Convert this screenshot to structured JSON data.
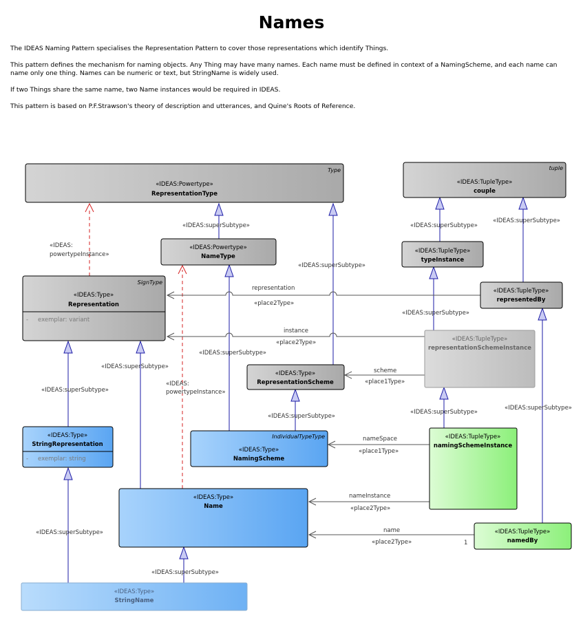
{
  "page": {
    "title": "Names",
    "paragraphs": [
      "The IDEAS Naming Pattern specialises the Representation Pattern to cover those representations which identify Things.",
      "This pattern defines the mechanism for naming objects. Any Thing may have many names. Each name must be defined in context of a NamingScheme, and each name can name only one thing. Names can be numeric or text, but StringName is widely used.",
      "If two Things share the same name, two Name instances would be required in IDEAS.",
      "This pattern is based on P.F.Strawson's theory of description and utterances, and Quine's Roots of Reference."
    ]
  },
  "colors": {
    "gray_box": "#bdbdbd",
    "blue_box": "#79b9f5",
    "green_box": "#a9f59a",
    "generalization": "#1a1aa6",
    "powertype_dep": "#d62020",
    "association": "#555555"
  },
  "diagram": {
    "boxes": {
      "representation_type": {
        "stereotype": "«IDEAS:Powertype»",
        "name": "RepresentationType",
        "corner": "Type"
      },
      "couple": {
        "stereotype": "«IDEAS:TupleType»",
        "name": "couple",
        "corner": "tuple"
      },
      "name_type": {
        "stereotype": "«IDEAS:Powertype»",
        "name": "NameType"
      },
      "type_instance": {
        "stereotype": "«IDEAS:TupleType»",
        "name": "typeInstance"
      },
      "representation": {
        "stereotype": "«IDEAS:Type»",
        "name": "Representation",
        "corner": "SignType",
        "attribute": "exemplar: variant"
      },
      "represented_by": {
        "stereotype": "«IDEAS:TupleType»",
        "name": "representedBy"
      },
      "representation_scheme_instance": {
        "stereotype": "«IDEAS:TupleType»",
        "name": "representationSchemeInstance"
      },
      "representation_scheme": {
        "stereotype": "«IDEAS:Type»",
        "name": "RepresentationScheme"
      },
      "string_representation": {
        "stereotype": "«IDEAS:Type»",
        "name": "StringRepresentation",
        "attribute": "exemplar: string"
      },
      "naming_scheme": {
        "stereotype": "«IDEAS:Type»",
        "name": "NamingScheme",
        "corner": "IndividualTypeType"
      },
      "naming_scheme_instance": {
        "stereotype": "«IDEAS:TupleType»",
        "name": "namingSchemeInstance"
      },
      "name": {
        "stereotype": "«IDEAS:Type»",
        "name": "Name"
      },
      "named_by": {
        "stereotype": "«IDEAS:TupleType»",
        "name": "namedBy"
      },
      "string_name": {
        "stereotype": "«IDEAS:Type»",
        "name": "StringName"
      }
    },
    "labels": {
      "super_subtype": "«IDEAS:superSubtype»",
      "powertype_instance_line1": "«IDEAS:",
      "powertype_instance_line2": "powertypeInstance»",
      "representation": "representation",
      "instance": "instance",
      "scheme": "scheme",
      "name_space": "nameSpace",
      "name_instance": "nameInstance",
      "name": "name",
      "place1_type": "«place1Type»",
      "place2_type": "«place2Type»",
      "multiplicity_one": "1"
    }
  }
}
